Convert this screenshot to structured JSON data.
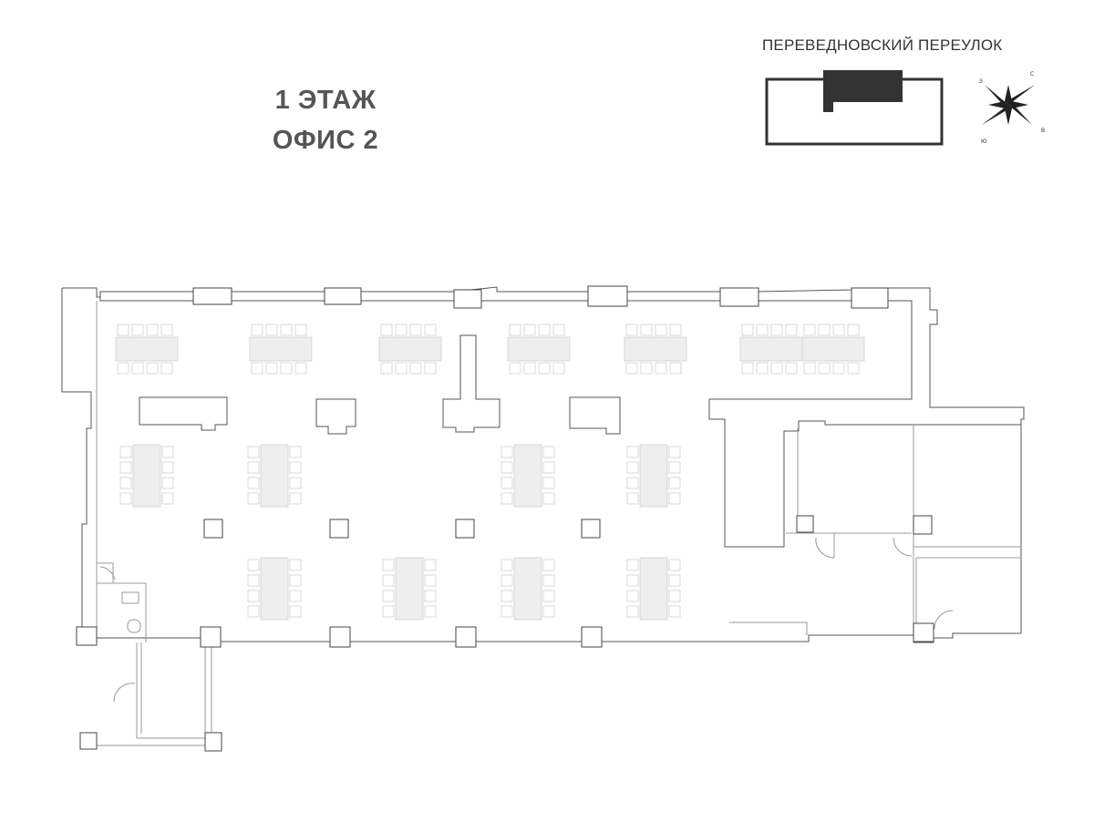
{
  "title": {
    "floor": "1 ЭТАЖ",
    "unit": "ОФИС 2"
  },
  "location_key": {
    "street": "ПЕРЕВЕДНОВСКИЙ ПЕРЕУЛОК",
    "highlighted_section": "office-2"
  },
  "compass": {
    "icon": "compass-rose-icon",
    "letters": [
      "С",
      "В",
      "Ю",
      "З"
    ]
  },
  "colors": {
    "title_text": "#555555",
    "walls": "#555555",
    "highlight": "#333333",
    "furniture": "#eeeeee"
  }
}
